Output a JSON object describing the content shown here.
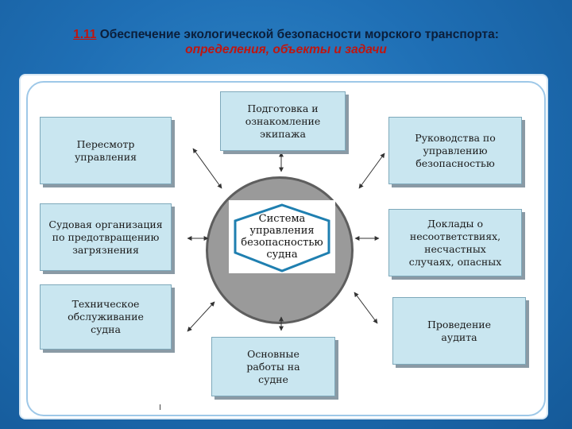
{
  "title": {
    "number": "1.11",
    "main": "Обеспечение экологической безопасности морского транспорта:",
    "subtitle": "определения, объекты и задачи"
  },
  "center": {
    "label": "Система управления безопасностью судна"
  },
  "boxes": {
    "crew_training": "Подготовка и ознакомление экипажа",
    "management_review": "Пересмотр управления",
    "safety_guidelines": "Руководства по управлению безопасностью",
    "pollution_prevention": "Судовая организация по предотвращению загрязнения",
    "nonconformity_reports": "Доклады о несоответствиях, несчастных случаях, опасных",
    "maintenance": "Техническое обслуживание судна",
    "audit": "Проведение аудита",
    "main_operations": "Основные работы на судне"
  },
  "colors": {
    "background": "#1f6fb5",
    "box_fill": "#c9e6f0",
    "circle": "#9a9a9a",
    "hexagon": "#1f7fb0",
    "title_accent": "#c0150f"
  }
}
